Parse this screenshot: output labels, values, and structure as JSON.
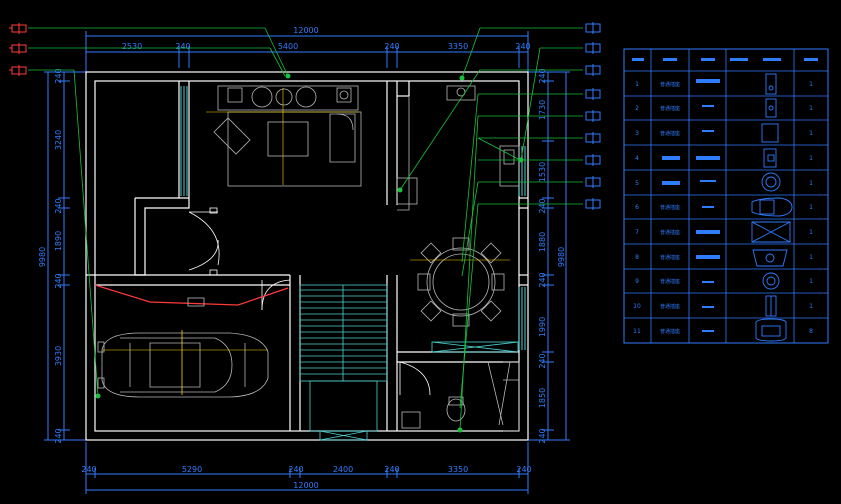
{
  "colors": {
    "background": "#000000",
    "wall": "#ffffff",
    "dimension": "#2f7dff",
    "leader": "#19c23c",
    "furniture": "#b7b7b7",
    "accent_red": "#ff3a3a",
    "stair": "#4fd0d0",
    "table_line": "#2f7dff",
    "marker_yellow": "#ffd400"
  },
  "dimensions": {
    "top_total": "12000",
    "top_segments": [
      "2530",
      "240",
      "5400",
      "240",
      "3350",
      "240"
    ],
    "bottom_total": "12000",
    "bottom_segments": [
      "240",
      "5290",
      "240",
      "2400",
      "240",
      "3350",
      "240"
    ],
    "left_total": "9980",
    "left_segments": [
      "240",
      "3240",
      "240",
      "1890",
      "240",
      "3930",
      "240"
    ],
    "right_total": "9980",
    "right_segments": [
      "240",
      "1730",
      "1530",
      "240",
      "1880",
      "240",
      "1990",
      "240",
      "1850",
      "240"
    ]
  },
  "legend_rows": [
    {
      "no": "1",
      "desc": "普通插座",
      "count": "1"
    },
    {
      "no": "2",
      "desc": "普通插座",
      "count": "1"
    },
    {
      "no": "3",
      "desc": "普通插座",
      "count": "1"
    },
    {
      "no": "4",
      "desc": "",
      "count": "1"
    },
    {
      "no": "5",
      "desc": "",
      "count": "1"
    },
    {
      "no": "6",
      "desc": "普通插座",
      "count": "1"
    },
    {
      "no": "7",
      "desc": "普通插座",
      "count": "1"
    },
    {
      "no": "8",
      "desc": "普通插座",
      "count": "1"
    },
    {
      "no": "9",
      "desc": "普通插座",
      "count": "1"
    },
    {
      "no": "10",
      "desc": "普通插座",
      "count": "1"
    },
    {
      "no": "11",
      "desc": "普通插座",
      "count": "8"
    }
  ]
}
